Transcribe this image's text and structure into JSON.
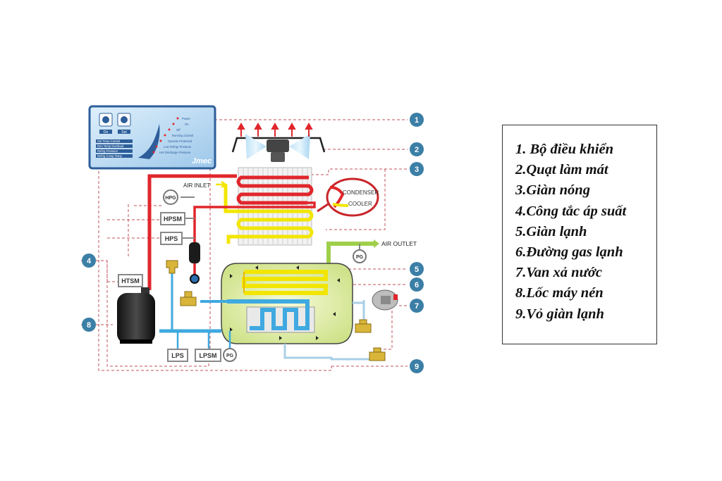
{
  "labels": {
    "air_inlet": "AIR INLET",
    "air_outlet": "AIR OUTLET",
    "condenser": "CONDENSER",
    "cooler": "COOLER",
    "hpg": "HPG",
    "hpsm": "HPSM",
    "hps": "HPS",
    "htsm": "HTSM",
    "lps": "LPS",
    "lpsm": "LPSM",
    "pg_low": "PG",
    "pg_outlet": "PG",
    "brand": "Jmec"
  },
  "callouts": [
    "1",
    "2",
    "3",
    "4",
    "5",
    "6",
    "7",
    "8",
    "9"
  ],
  "panel_items": [
    "Power",
    "On",
    "Off",
    "Running Control",
    "Operate Protected",
    "Low Refrigr Pressure",
    "Hot Discharge Pressure"
  ],
  "panel_left_items": [
    "Set Temp Control",
    "Run Temp Overload",
    "Refrig Pressure",
    "Refrig Comp Temp"
  ],
  "panel_buttons": [
    "On",
    "Set"
  ],
  "legend": [
    "1. Bộ điều khiển",
    "2.Quạt làm mát",
    "3.Giàn nóng",
    "4.Công tắc áp suất",
    "5.Giàn lạnh",
    "6.Đường gas lạnh",
    "7.Van xả nước",
    "8.Lốc máy nén",
    "9.Vỏ giàn lạnh"
  ],
  "colors": {
    "hot_gas": "#e0262b",
    "cold_gas": "#3fa9e0",
    "air": "#f2e600",
    "air_out": "#9fcf4a",
    "callout": "#3c7fa6",
    "dash": "#c0505a"
  }
}
